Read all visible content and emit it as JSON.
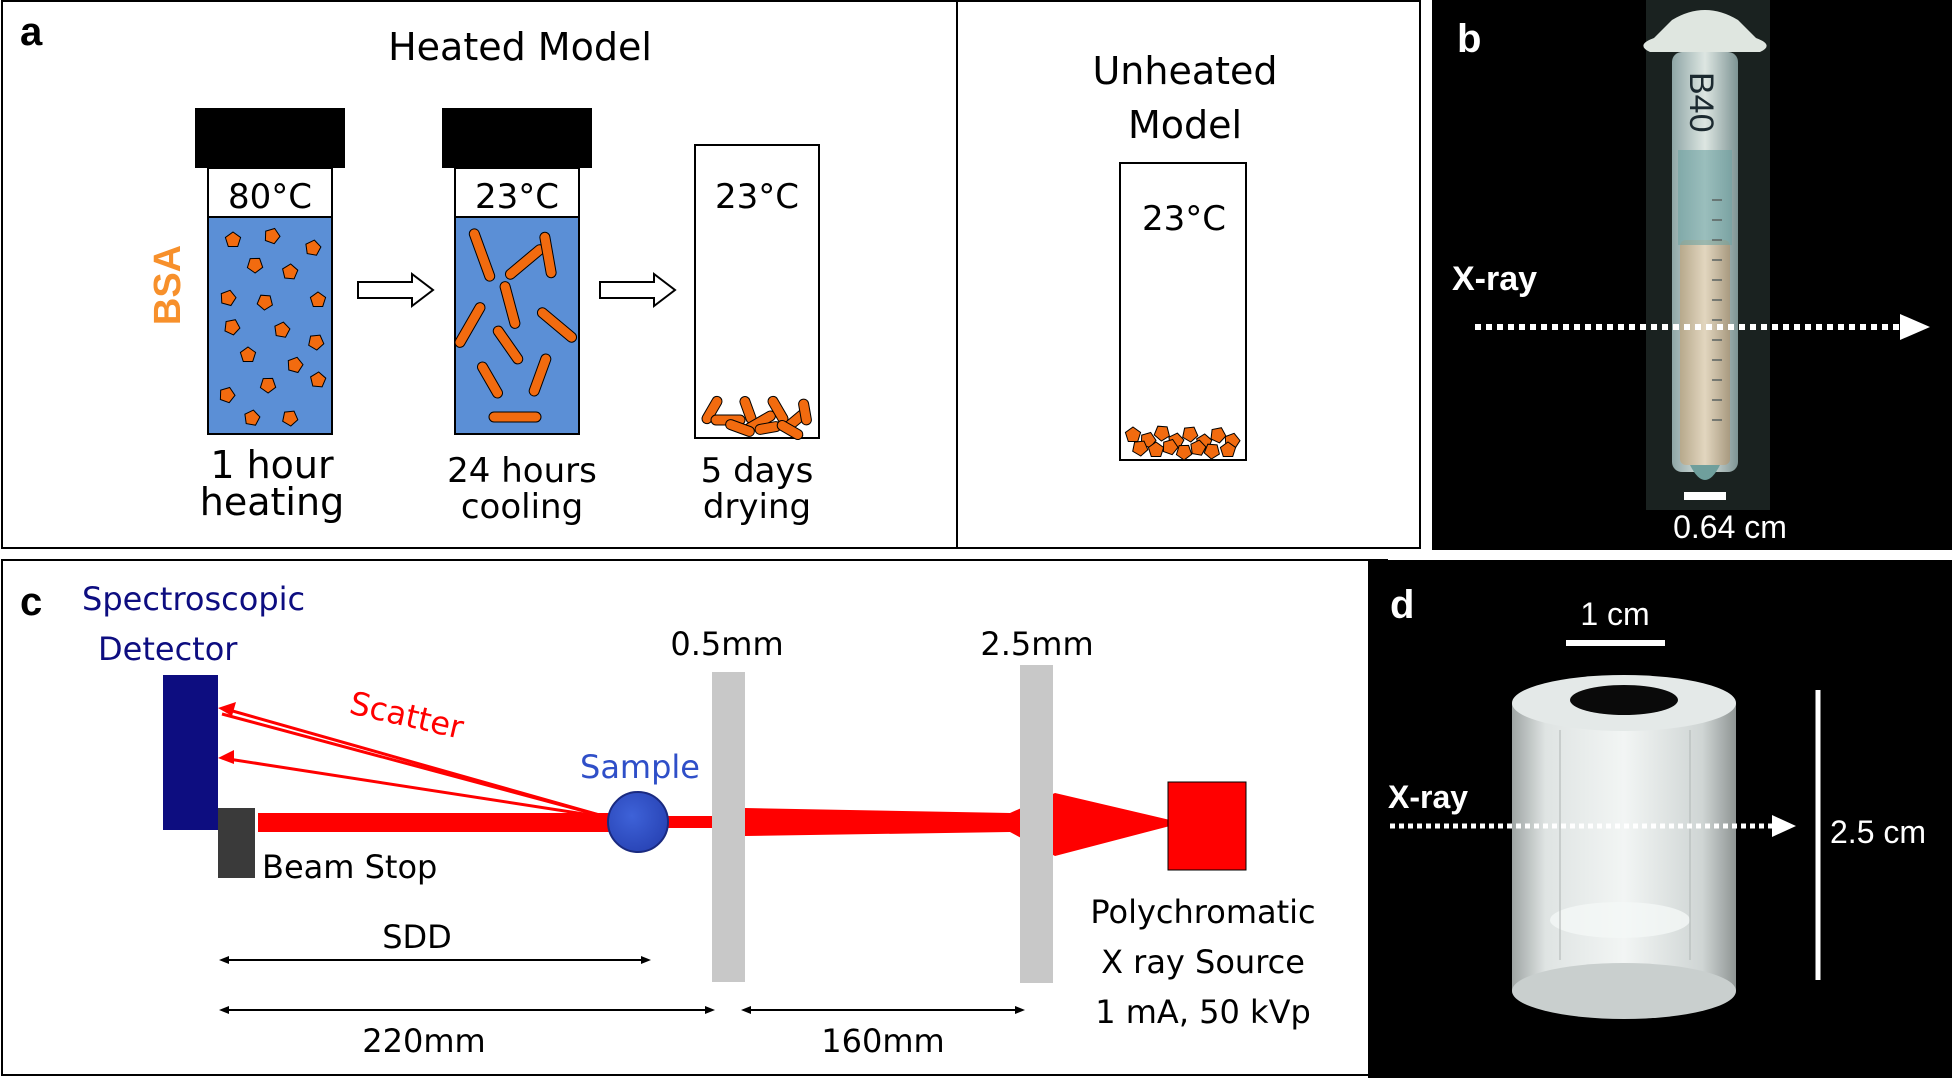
{
  "panel_a": {
    "letter": "a",
    "heated_title": "Heated Model",
    "unheated_title_line1": "Unheated",
    "unheated_title_line2": "Model",
    "bsa_label": "BSA",
    "vials": [
      {
        "temp": "80°C",
        "caption_line1": "1 hour",
        "caption_line2": "heating"
      },
      {
        "temp": "23°C",
        "caption_line1": "24 hours",
        "caption_line2": "cooling"
      },
      {
        "temp": "23°C",
        "caption_line1": "5 days",
        "caption_line2": "drying"
      }
    ],
    "unheated_temp": "23°C",
    "colors": {
      "liquid": "#5b8fd6",
      "particle": "#f26b0f",
      "bsa": "#f7902b",
      "cap": "#000000"
    }
  },
  "panel_b": {
    "letter": "b",
    "xray_label": "X-ray",
    "scale_label": "0.64 cm",
    "tube_marking": "B40"
  },
  "panel_c": {
    "letter": "c",
    "detector_line1": "Spectroscopic",
    "detector_line2": "Detector",
    "scatter_label": "Scatter",
    "sample_label": "Sample",
    "beam_stop_label": "Beam Stop",
    "filter1_label": "0.5mm",
    "filter2_label": "2.5mm",
    "source_line1": "Polychromatic",
    "source_line2": "X ray Source",
    "source_line3": "1 mA, 50 kVp",
    "sdd_label": "SDD",
    "dist1_label": "220mm",
    "dist2_label": "160mm",
    "colors": {
      "detector": "#0d0d80",
      "beam": "#ff0000",
      "sample": "#2f4fc8",
      "filter": "#c8c8c8",
      "beam_stop": "#3a3a3a"
    }
  },
  "panel_d": {
    "letter": "d",
    "scale_label": "1 cm",
    "xray_label": "X-ray",
    "height_label": "2.5 cm"
  }
}
